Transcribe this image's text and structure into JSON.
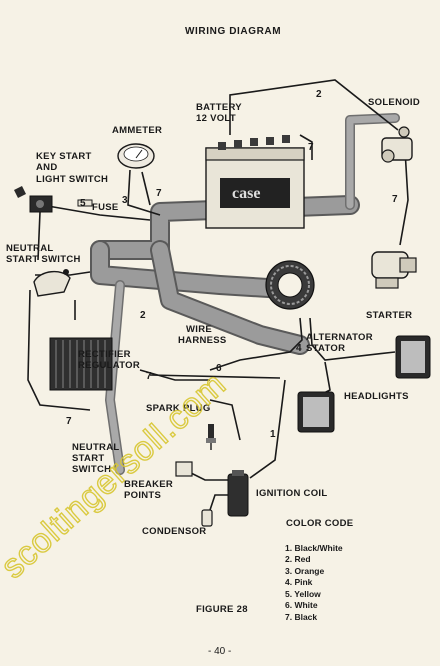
{
  "title": "WIRING DIAGRAM",
  "figure": "FIGURE 28",
  "page_number": "- 40 -",
  "watermark": "scoltingersoll.com",
  "labels": {
    "battery": "BATTERY",
    "battery_volt": "12 VOLT",
    "solenoid": "SOLENOID",
    "ammeter": "AMMETER",
    "key_start": "KEY START",
    "key_and": "AND",
    "light_switch": "LIGHT SWITCH",
    "fuse": "FUSE",
    "neutral_start_switch_top_1": "NEUTRAL",
    "neutral_start_switch_top_2": "START SWITCH",
    "starter": "STARTER",
    "wire_harness_1": "WIRE",
    "wire_harness_2": "HARNESS",
    "alternator_stator_1": "ALTERNATOR",
    "alternator_stator_2": "STATOR",
    "rectifier_regulator_1": "RECTIFIER",
    "rectifier_regulator_2": "REGULATOR",
    "headlights": "HEADLIGHTS",
    "spark_plug": "SPARK PLUG",
    "neutral_start_switch_bottom_1": "NEUTRAL",
    "neutral_start_switch_bottom_2": "START",
    "neutral_start_switch_bottom_3": "SWITCH",
    "breaker_points_1": "BREAKER",
    "breaker_points_2": "POINTS",
    "ignition_coil": "IGNITION COIL",
    "condensor": "CONDENSOR",
    "battery_brand": "case"
  },
  "wire_numbers": {
    "n2_top": "2",
    "n7_battery": "7",
    "n7_solenoid": "7",
    "n3_ammeter": "3",
    "n7_ammeter": "7",
    "n5_fuse": "5",
    "n2_harness": "2",
    "n4_stator": "4",
    "n6_harness": "6",
    "n7_regulator": "7",
    "n7_left": "7",
    "n1_coil": "1"
  },
  "color_code": {
    "heading": "COLOR CODE",
    "items": [
      "1. Black/White",
      "2. Red",
      "3. Orange",
      "4. Pink",
      "5. Yellow",
      "6. White",
      "7. Black"
    ]
  }
}
